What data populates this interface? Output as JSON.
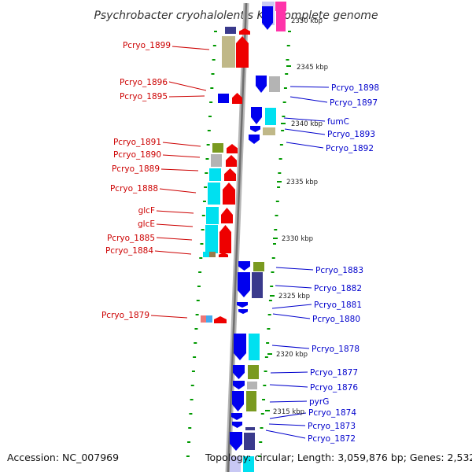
{
  "title": "Psychrobacter cryohalolentis K5, complete genome",
  "accession": "Accession: NC_007969",
  "topology": "Topology: circular; Length: 3,059,876 bp; Genes: 2,532",
  "kbp_ticks": [
    "2350 kbp",
    "2345 kbp",
    "2340 kbp",
    "2335 kbp",
    "2330 kbp",
    "2325 kbp",
    "2320 kbp",
    "2315 kbp"
  ],
  "left_labels": [
    "Pcryo_1899",
    "Pcryo_1896",
    "Pcryo_1895",
    "Pcryo_1891",
    "Pcryo_1890",
    "Pcryo_1889",
    "Pcryo_1888",
    "glcF",
    "glcE",
    "Pcryo_1885",
    "Pcryo_1884",
    "Pcryo_1879"
  ],
  "right_labels": [
    "Pcryo_1898",
    "Pcryo_1897",
    "fumC",
    "Pcryo_1893",
    "Pcryo_1892",
    "Pcryo_1883",
    "Pcryo_1882",
    "Pcryo_1881",
    "Pcryo_1880",
    "Pcryo_1878",
    "Pcryo_1877",
    "Pcryo_1876",
    "pyrG",
    "Pcryo_1874",
    "Pcryo_1873",
    "Pcryo_1872"
  ],
  "colors": {
    "left_label": "#cc0000",
    "right_label": "#0000cc",
    "forward_arrow": "#ee0000",
    "reverse_arrow": "#0000ee",
    "backbone": "#999999",
    "tick": "#009900",
    "cyan_box": "#00e0f0",
    "olive_box": "#c0b888",
    "green_box": "#7a9a20",
    "navy_box": "#3a3a8c",
    "gray_box": "#b4b4b4",
    "pink_box": "#ff33aa"
  }
}
